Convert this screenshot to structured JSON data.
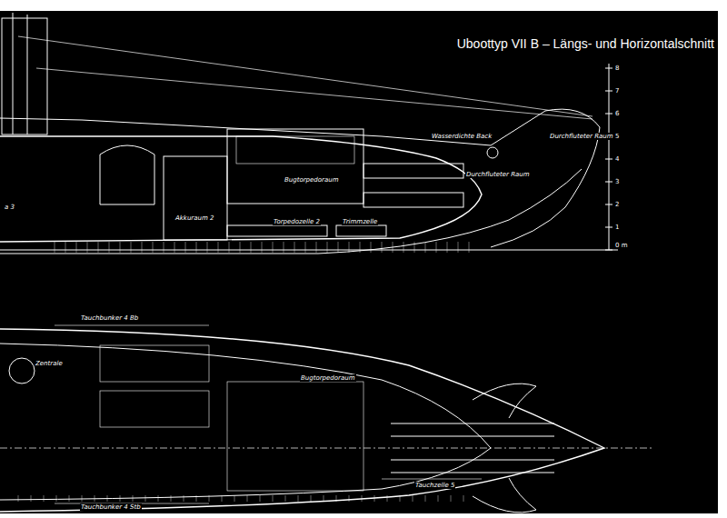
{
  "diagram": {
    "title": "Uboottyp VII B – Längs- und Horizontalschnitt",
    "labels": [
      "a 3",
      "Akkuraum 2",
      "Bugtorpedoraum",
      "Torpedozelle 2",
      "Trimmzelle",
      "Wasserdichte Back",
      "Durchfluteter Raum",
      "Durchfluteter Raum",
      "8",
      "7",
      "6",
      "5",
      "4",
      "3",
      "2",
      "1",
      "0 m",
      "Tauchbunker 4 Bb",
      "Zentrale",
      "Bugtorpedoraum",
      "Tauchbunker 4 Stb",
      "Tauchzelle 5"
    ]
  }
}
